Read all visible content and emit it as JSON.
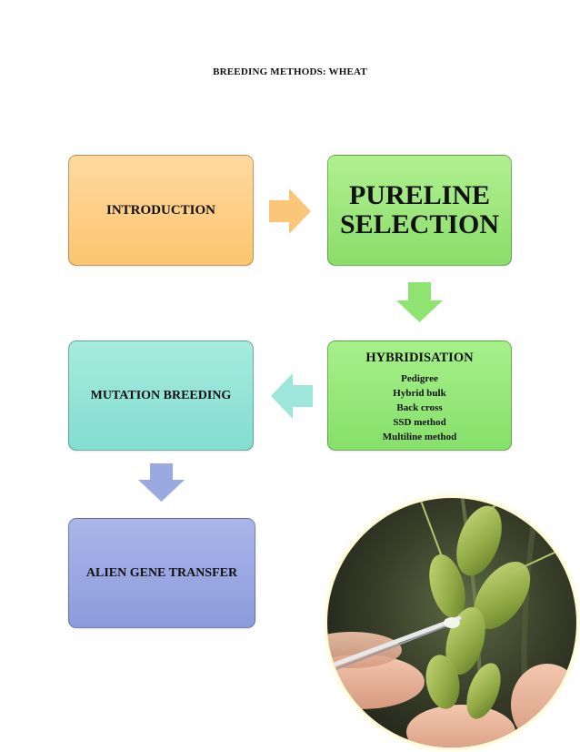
{
  "title": "BREEDING METHODS:  WHEAT",
  "boxes": {
    "introduction": "INTRODUCTION",
    "pureline_line1": "PURELINE",
    "pureline_line2": "SELECTION",
    "hybridisation": {
      "heading": "HYBRIDISATION",
      "items": [
        "Pedigree",
        "Hybrid bulk",
        "Back cross",
        "SSD method",
        "Multiline method"
      ]
    },
    "mutation": "MUTATION BREEDING",
    "alien": "ALIEN GENE TRANSFER"
  },
  "colors": {
    "introduction": "#fcc56f",
    "pureline": "#8bdd6a",
    "hybridisation": "#86e06a",
    "mutation": "#83ddd0",
    "alien": "#8c9bdc",
    "arrow_orange": "#fcc678",
    "arrow_green": "#8ee371",
    "arrow_teal": "#9ce6dc",
    "arrow_blue": "#9aa9df"
  }
}
